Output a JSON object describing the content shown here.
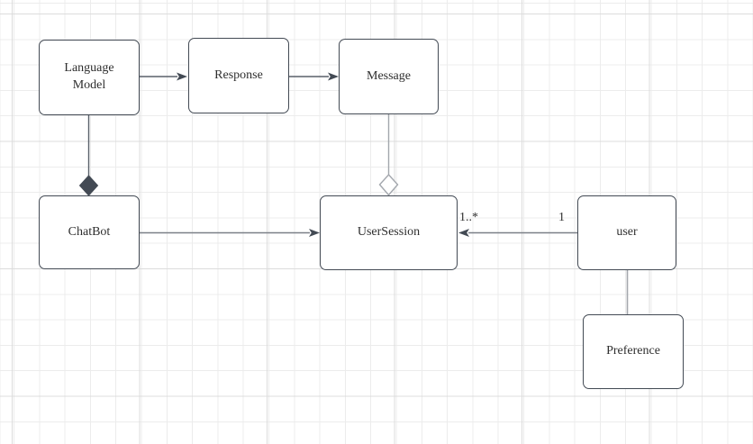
{
  "canvas": {
    "type": "diagram-grid-canvas",
    "background": "#ffffff",
    "grid_minor_color": "#ececec",
    "grid_major_color": "#dcdcdc"
  },
  "diagram": {
    "kind": "uml-class-diagram",
    "nodes": [
      {
        "id": "language-model",
        "label": "Language Model"
      },
      {
        "id": "response",
        "label": "Response"
      },
      {
        "id": "message",
        "label": "Message"
      },
      {
        "id": "chatbot",
        "label": "ChatBot"
      },
      {
        "id": "user-session",
        "label": "UserSession"
      },
      {
        "id": "user",
        "label": "user"
      },
      {
        "id": "preference",
        "label": "Preference"
      }
    ],
    "edges": [
      {
        "id": "languagemodel-to-response",
        "type": "directed-association",
        "source": "language-model",
        "target": "response"
      },
      {
        "id": "response-to-message",
        "type": "directed-association",
        "source": "response",
        "target": "message"
      },
      {
        "id": "languagemodel-chatbot",
        "type": "composition",
        "source": "language-model",
        "target": "chatbot"
      },
      {
        "id": "message-usersession",
        "type": "aggregation",
        "source": "message",
        "target": "user-session"
      },
      {
        "id": "chatbot-to-usersession",
        "type": "directed-association",
        "source": "chatbot",
        "target": "user-session"
      },
      {
        "id": "user-to-usersession",
        "type": "directed-association",
        "source": "user",
        "target": "user-session",
        "source_label": "1",
        "target_label": "1..*"
      },
      {
        "id": "user-preference",
        "type": "association",
        "source": "user",
        "target": "preference"
      }
    ],
    "colors": {
      "node_border": "#434a54",
      "node_fill": "#ffffff",
      "text": "#2e2e2e",
      "connector_dark": "#59606a",
      "arrowhead_fill": "#434a54",
      "connector_light": "#a3a7ad"
    }
  }
}
